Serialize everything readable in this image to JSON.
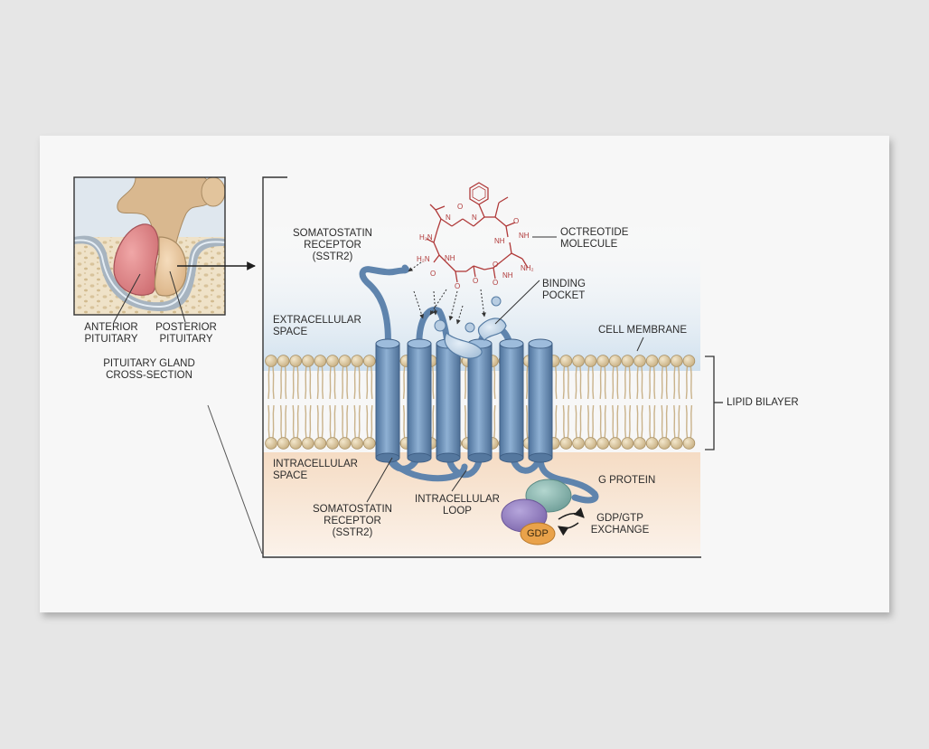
{
  "inset": {
    "anterior": "ANTERIOR\nPITUITARY",
    "posterior": "POSTERIOR\nPITUITARY",
    "caption": "PITUITARY GLAND\nCROSS-SECTION"
  },
  "labels": {
    "sstr2_top": "SOMATOSTATIN\nRECEPTOR\n(SSTR2)",
    "extracellular": "EXTRACELLULAR\nSPACE",
    "octreotide": "OCTREOTIDE\nMOLECULE",
    "binding_pocket": "BINDING\nPOCKET",
    "cell_membrane": "CELL MEMBRANE",
    "lipid_bilayer": "LIPID BILAYER",
    "intracellular": "INTRACELLULAR\nSPACE",
    "sstr2_bottom": "SOMATOSTATIN\nRECEPTOR\n(SSTR2)",
    "intracellular_loop": "INTRACELLULAR\nLOOP",
    "g_protein": "G PROTEIN",
    "gdp_gtp": "GDP/GTP\nEXCHANGE",
    "gdp": "GDP"
  },
  "molecule_atoms": {
    "n1": "N",
    "n2": "N",
    "h2n_a": "H₂N",
    "h2n_b": "H₂N",
    "nh_a": "NH",
    "nh_b": "NH",
    "nh_c": "NH",
    "nh_d": "NH",
    "nh2": "NH₂",
    "o1": "O",
    "o2": "O",
    "o3": "O",
    "o4": "O",
    "o5": "O",
    "o6": "O",
    "o7": "O"
  },
  "colors": {
    "membrane_head": "#dccaa2",
    "receptor": "#6f92b8",
    "molecule": "#b03a3a",
    "g_alpha": "#9a86c4",
    "g_beta": "#8fb8b2",
    "gdp": "#e9a24a",
    "anterior": "#e08f8f",
    "posterior": "#e8c49a"
  }
}
